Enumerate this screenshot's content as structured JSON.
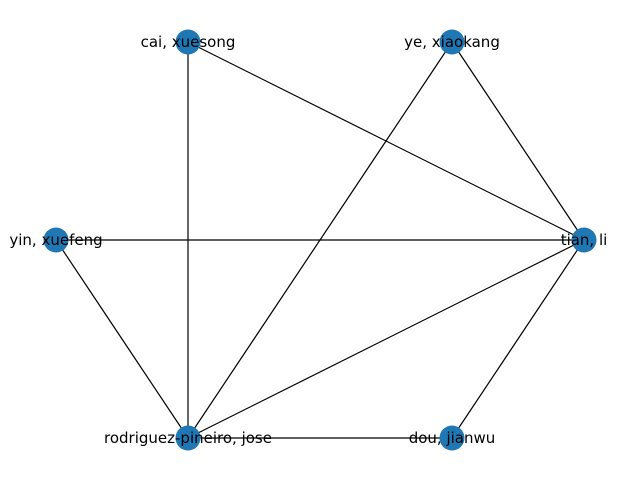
{
  "graph": {
    "node_color": "#1f77b4",
    "edge_color": "#000000",
    "nodes": [
      {
        "id": "cai",
        "label": "cai, xuesong"
      },
      {
        "id": "ye",
        "label": "ye, xiaokang"
      },
      {
        "id": "yin",
        "label": "yin, xuefeng"
      },
      {
        "id": "tian",
        "label": "tian, li"
      },
      {
        "id": "rodriguez",
        "label": "rodriguez-pineiro, jose"
      },
      {
        "id": "dou",
        "label": "dou, jianwu"
      }
    ],
    "edges": [
      [
        "cai",
        "tian"
      ],
      [
        "cai",
        "rodriguez"
      ],
      [
        "ye",
        "tian"
      ],
      [
        "ye",
        "rodriguez"
      ],
      [
        "yin",
        "tian"
      ],
      [
        "yin",
        "rodriguez"
      ],
      [
        "tian",
        "rodriguez"
      ],
      [
        "tian",
        "dou"
      ],
      [
        "rodriguez",
        "dou"
      ]
    ]
  }
}
